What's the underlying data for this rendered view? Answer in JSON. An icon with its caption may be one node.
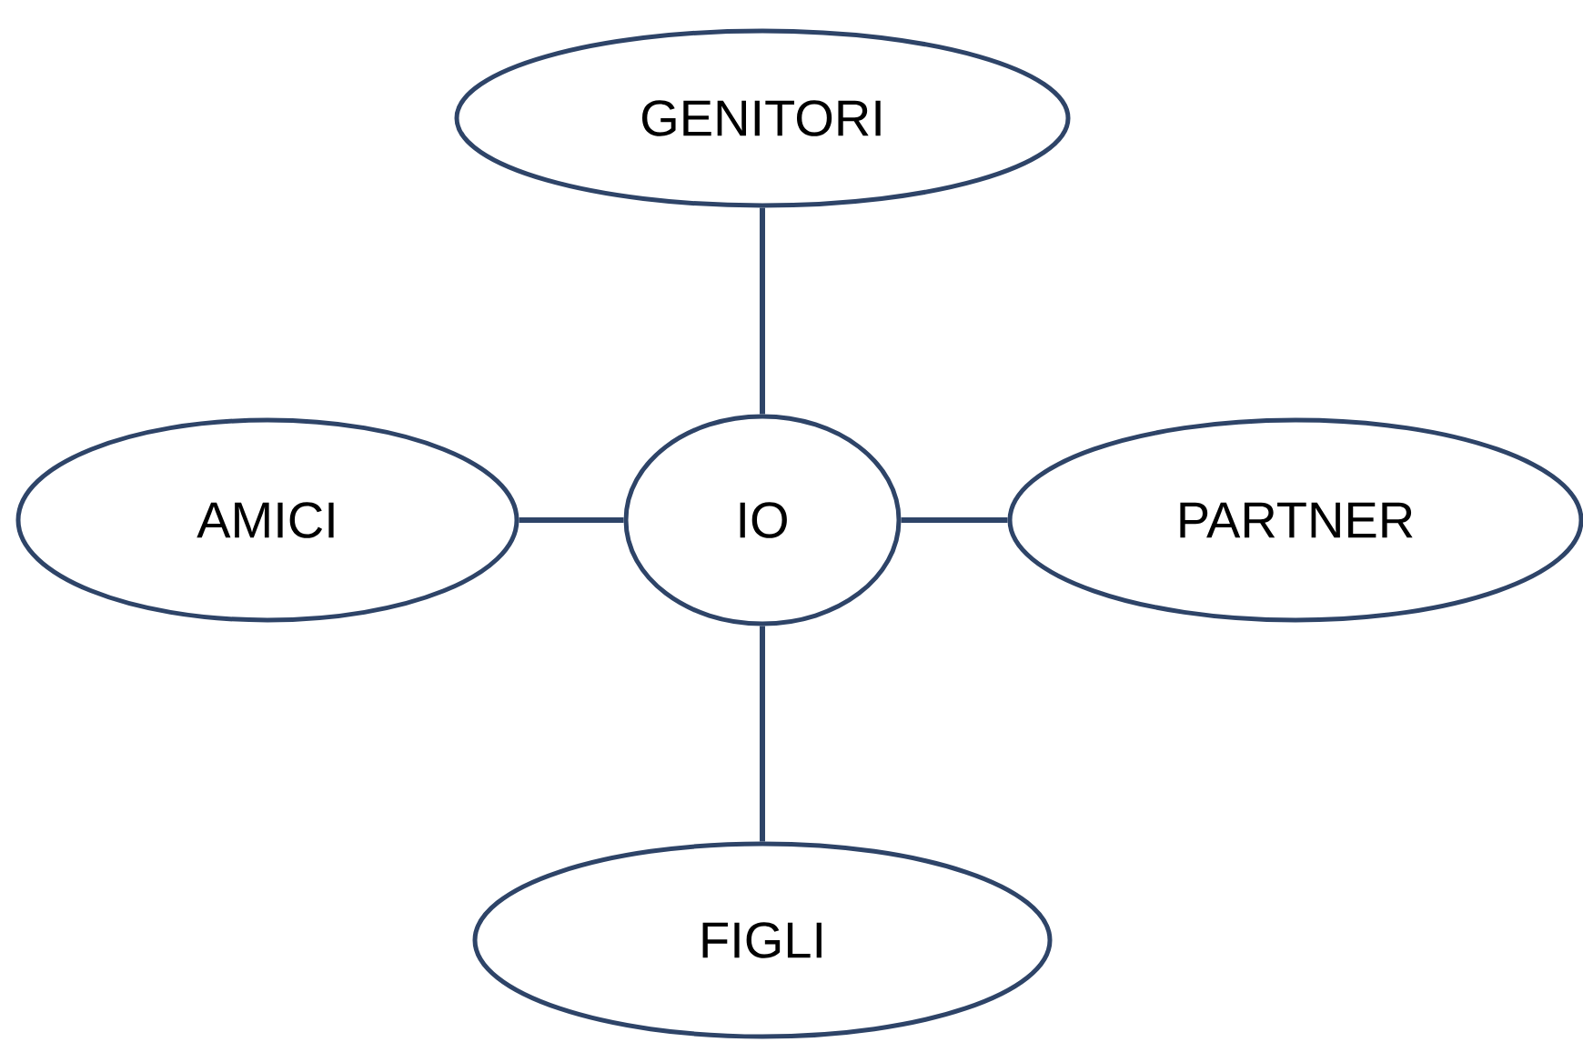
{
  "diagram": {
    "nodes": [
      {
        "text": [
          "GENITORI"
        ]
      },
      {
        "text": [
          "AMICI"
        ]
      },
      {
        "text": [
          "IO"
        ]
      },
      {
        "text": [
          "PARTNER"
        ]
      },
      {
        "text": [
          "FIGLI"
        ]
      }
    ],
    "edges": [
      {
        "from": 2,
        "to": 0,
        "arrow": "none"
      },
      {
        "from": 2,
        "to": 1,
        "arrow": "none"
      },
      {
        "from": 2,
        "to": 3,
        "arrow": "none"
      },
      {
        "from": 2,
        "to": 4,
        "arrow": "none"
      }
    ]
  }
}
